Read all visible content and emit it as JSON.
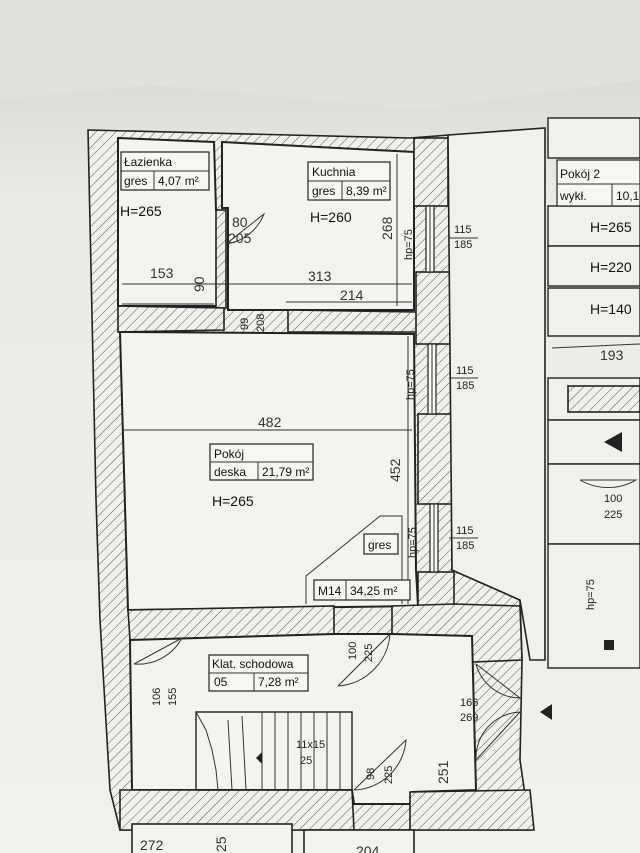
{
  "rooms": {
    "lazienka": {
      "name": "Łazienka",
      "floor": "gres",
      "area": "4,07 m²",
      "height": "H=265"
    },
    "kuchnia": {
      "name": "Kuchnia",
      "floor": "gres",
      "area": "8,39 m²",
      "height": "H=260"
    },
    "pokoj": {
      "name": "Pokój",
      "floor": "deska",
      "area": "21,79 m²",
      "height": "H=265",
      "extra_floor": "gres"
    },
    "total": {
      "code": "M14",
      "area": "34,25 m²"
    },
    "klatka": {
      "name": "Klat. schodowa",
      "code": "05",
      "area": "7,28 m²"
    },
    "pokoj2": {
      "name": "Pokój 2",
      "floor": "wykł.",
      "area": "10,1"
    }
  },
  "dimensions": {
    "d153": "153",
    "d313": "313",
    "d214": "214",
    "d482": "482",
    "d452": "452",
    "d268": "268",
    "d90": "90",
    "d193": "193",
    "d251": "251",
    "d272": "272",
    "d25": "25",
    "d204": "204"
  },
  "doors": {
    "bath": {
      "w": "80",
      "h": "205"
    },
    "kitchen": {
      "w": "99",
      "h": "208"
    },
    "room": {
      "w": "100",
      "h": "225"
    },
    "stairs": {
      "w": "106",
      "h": "155"
    },
    "lower": {
      "w": "98",
      "h": "225"
    },
    "exit": {
      "w": "166",
      "h": "269"
    },
    "right": {
      "w": "100",
      "h": "225"
    }
  },
  "windows": [
    {
      "hp": "hp=75",
      "w": "115",
      "h": "185"
    },
    {
      "hp": "hp=75",
      "w": "115",
      "h": "185"
    },
    {
      "hp": "hp=75",
      "w": "115",
      "h": "185"
    }
  ],
  "stairs": {
    "label": "11x15",
    "sub": "25"
  },
  "right_panel": {
    "h1": "H=265",
    "h2": "H=220",
    "h3": "H=140",
    "hp": "hp=75"
  }
}
